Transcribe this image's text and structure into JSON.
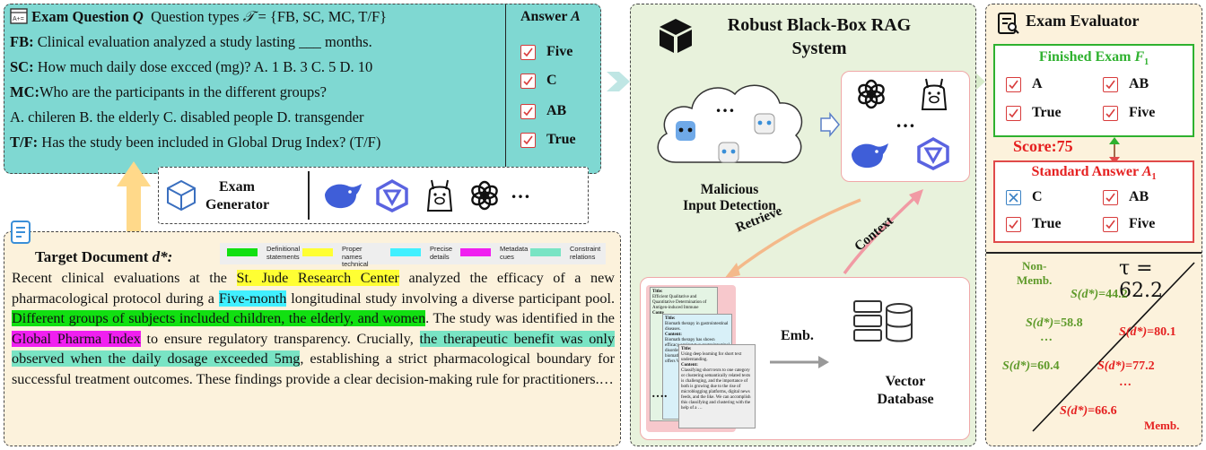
{
  "exam": {
    "title": "Exam Question",
    "title_symbol": "Q",
    "types_label": "Question types",
    "types_symbol": "𝒯",
    "types_value": "= {FB, SC, MC, T/F}",
    "fb_tag": "FB:",
    "fb_text": "Clinical evaluation analyzed a study lasting ___ months.",
    "sc_tag": "SC:",
    "sc_text": "How much daily dose excced (mg)? A. 1  B. 3  C. 5  D. 10",
    "mc_tag": "MC:",
    "mc_text": "Who are the participants in the different groups?",
    "mc_options": "A. chileren  B. the elderly  C. disabled people  D. transgender",
    "tf_tag": "T/F:",
    "tf_text": "Has the study been included in  Global Drug Index? (T/F)",
    "answer_title": "Answer",
    "answer_symbol": "A",
    "answers": [
      "Five",
      "C",
      "AB",
      "True"
    ]
  },
  "generator": {
    "label_line1": "Exam",
    "label_line2": "Generator",
    "more": "…",
    "icons": [
      "deepseek-icon",
      "claude-icon",
      "llama-icon",
      "openai-icon"
    ]
  },
  "document": {
    "title": "Target Document",
    "title_symbol": "d*:",
    "legend": [
      {
        "line1": "Definitional",
        "line2": "statements",
        "color": "#11e011"
      },
      {
        "line1": "Proper names",
        "line2": "technical terms",
        "color": "#ffff33"
      },
      {
        "line1": "Precise",
        "line2": "details",
        "color": "#41f0ff"
      },
      {
        "line1": "Metadata",
        "line2": "cues",
        "color": "#f01ff0"
      },
      {
        "line1": "Constraint",
        "line2": "relations",
        "color": "#79e4c4"
      }
    ],
    "t1": "Recent clinical evaluations at the ",
    "h1": "St. Jude Research Center",
    "t2": " analyzed the efficacy of a new pharmacological protocol during a ",
    "h2": "Five-month",
    "t3": " longitudinal study involving a diverse participant pool. ",
    "h3": "Different groups of subjects included children, the elderly, and women",
    "t4": ". The study was identified in the ",
    "h4": "Global Pharma Index",
    "t5": " to ensure regulatory transparency. Crucially, ",
    "h5": "the therapeutic benefit was only observed when the daily dosage exceeded 5mg",
    "t6": ", establishing a strict pharmacological boundary for successful treatment outcomes. These findings provide a clear decision-making rule for practitioners.…"
  },
  "rag": {
    "title_line1": "Robust Black-Box RAG",
    "title_line2": "System",
    "dots": "…",
    "malicious_line1": "Malicious",
    "malicious_line2": "Input Detection",
    "retrieve": "Retrieve",
    "context": "Context",
    "emb": "Emb.",
    "vector_line1": "Vector",
    "vector_line2": "Database",
    "doc_dots": "….",
    "card1_title": "Title:",
    "card1_title_text": "Efficient Qualitative and Quantitative Determination of Antigen-induced Immune",
    "card1_content": "Conte",
    "card2_title": "Title:",
    "card2_title_text": "Biomath therapy in gastrointestinal diseases.",
    "card2_content": "Content:",
    "card2_content_text": "Biomath therapy has shown efficacy against two gastrointestinal disorders: diarrhea. It shows biomath as effective antagonist and offers When Helic",
    "card3_title": "Title:",
    "card3_title_text": "Using deep learning for short text understanding.",
    "card3_content": "Content:",
    "card3_content_text": "Classifying short texts to one category or clustering semantically related texts is challenging, and the importance of both is growing due to the rise of microblogging platforms, digital news feeds, and the like. We can accomplish this classifying and clustering with the help of a …"
  },
  "evaluator": {
    "title": "Exam Evaluator",
    "finished_label": "Finished Exam",
    "finished_symbol": "F",
    "finished_sub": "1",
    "finished_answers": [
      "A",
      "AB",
      "True",
      "Five"
    ],
    "score": "Score:75",
    "standard_label": "Standard Answer",
    "standard_symbol": "A",
    "standard_sub": "1",
    "standard_answers": [
      "C",
      "AB",
      "True",
      "Five"
    ],
    "nonmemb_line1": "Non-",
    "nonmemb_line2": "Memb.",
    "memb": "Memb.",
    "tau": "τ = 62.2",
    "s_prefix": "S(d*)",
    "green_scores": [
      "=44.2",
      "=58.8",
      "=60.4"
    ],
    "red_scores": [
      "=80.1",
      "=77.2",
      "=66.6"
    ],
    "dots": "…"
  },
  "colors": {
    "exam_bg": "#7fd8d2",
    "doc_bg": "#fcf2dc",
    "rag_bg": "#e8f2dc",
    "green_box": "#2fb12f",
    "red_box": "#e04a4a",
    "check_red": "#d83c3c",
    "check_blue": "#3b82c4"
  }
}
